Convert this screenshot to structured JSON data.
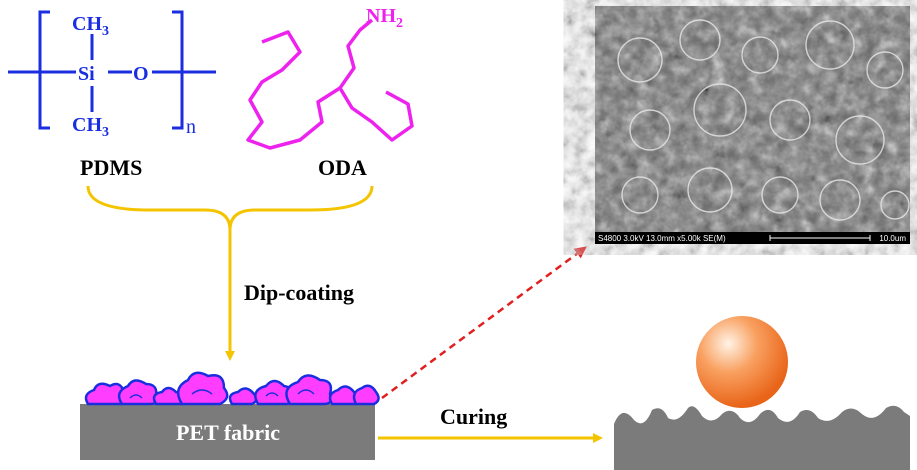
{
  "pdms": {
    "ch3_top": "CH3",
    "ch3_bottom": "CH3",
    "si": "Si",
    "o": "O",
    "n": "n",
    "label": "PDMS",
    "color": "#1a2ee0"
  },
  "oda": {
    "amine": "NH2",
    "label": "ODA",
    "color": "#ee22ee"
  },
  "steps": {
    "dip_coating": "Dip-coating",
    "curing": "Curing"
  },
  "substrate": {
    "label": "PET fabric"
  },
  "sem": {
    "info": "S4800 3.0kV 13.0mm x5.00k SE(M)",
    "scale": "10.0um"
  },
  "colors": {
    "arrow": "#f5c400",
    "dashed_arrow": "#e02020",
    "fabric": "#7b7b7b",
    "droplet": "#f07a30"
  }
}
